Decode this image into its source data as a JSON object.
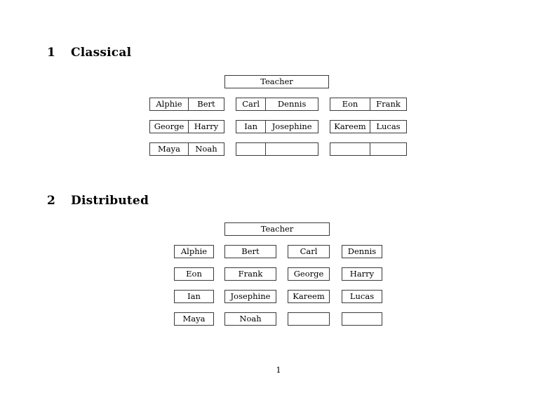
{
  "document": {
    "page_number": "1"
  },
  "sections": [
    {
      "number": "1",
      "title": "Classical",
      "teacher_label": "Teacher",
      "groups": [
        {
          "rows": [
            {
              "left": "Alphie",
              "right": "Bert"
            },
            {
              "left": "George",
              "right": "Harry"
            },
            {
              "left": "Maya",
              "right": "Noah"
            }
          ]
        },
        {
          "rows": [
            {
              "left": "Carl",
              "right": "Dennis"
            },
            {
              "left": "Ian",
              "right": "Josephine"
            },
            {
              "left": "",
              "right": ""
            }
          ]
        },
        {
          "rows": [
            {
              "left": "Eon",
              "right": "Frank"
            },
            {
              "left": "Kareem",
              "right": "Lucas"
            },
            {
              "left": "",
              "right": ""
            }
          ]
        }
      ]
    },
    {
      "number": "2",
      "title": "Distributed",
      "teacher_label": "Teacher",
      "rows": [
        {
          "c1": "Alphie",
          "c2": "Bert",
          "c3": "Carl",
          "c4": "Dennis"
        },
        {
          "c1": "Eon",
          "c2": "Frank",
          "c3": "George",
          "c4": "Harry"
        },
        {
          "c1": "Ian",
          "c2": "Josephine",
          "c3": "Kareem",
          "c4": "Lucas"
        },
        {
          "c1": "Maya",
          "c2": "Noah",
          "c3": "",
          "c4": ""
        }
      ]
    }
  ]
}
